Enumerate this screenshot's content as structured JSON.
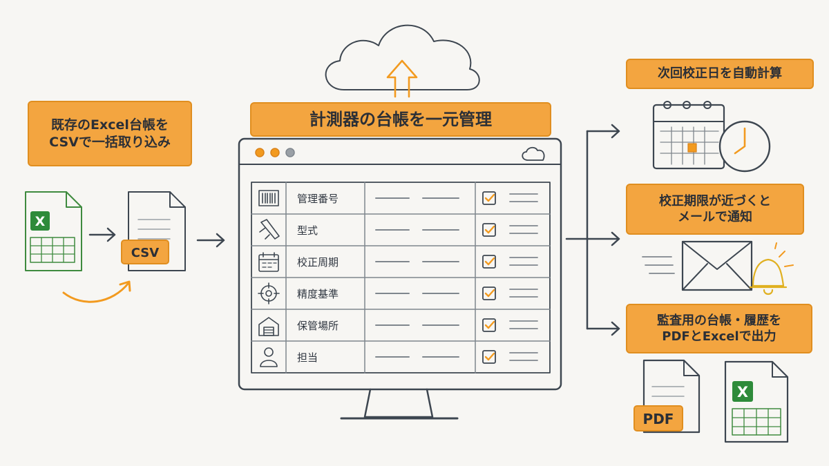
{
  "left_callout": {
    "line1": "既存のExcel台帳を",
    "line2": "CSVで一括取り込み"
  },
  "csv_badge": "CSV",
  "center_title": "計測器の台帳を一元管理",
  "rows": [
    {
      "label": "管理番号",
      "icon": "barcode-icon"
    },
    {
      "label": "型式",
      "icon": "caliper-icon"
    },
    {
      "label": "校正周期",
      "icon": "calendar-icon"
    },
    {
      "label": "精度基準",
      "icon": "target-icon"
    },
    {
      "label": "保管場所",
      "icon": "warehouse-icon"
    },
    {
      "label": "担当",
      "icon": "person-icon"
    }
  ],
  "right_top": {
    "line1": "次回校正日を自動計算"
  },
  "right_mid": {
    "line1": "校正期限が近づくと",
    "line2": "メールで通知"
  },
  "right_bottom": {
    "line1": "監査用の台帳・履歴を",
    "line2": "PDFとExcelで出力"
  },
  "pdf_badge": "PDF",
  "excel_mark": "X",
  "colors": {
    "accent": "#f3a540",
    "line": "#3d4650",
    "excel_green": "#2e8b3a"
  }
}
